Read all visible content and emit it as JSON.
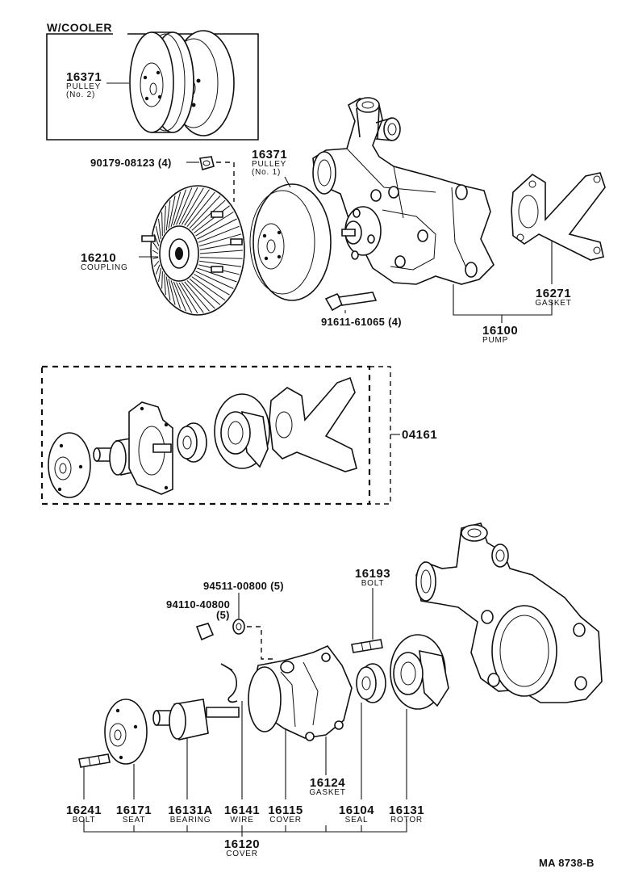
{
  "diagram": {
    "cooler_box": {
      "title": "W/COOLER"
    },
    "parts": [
      {
        "id": "pulley-no2",
        "number": "16371",
        "name": "PULLEY",
        "sub": "(No. 2)"
      },
      {
        "id": "bolt-90179",
        "number": "90179-08123 (4)"
      },
      {
        "id": "pulley-no1",
        "number": "16371",
        "name": "PULLEY",
        "sub": "(No. 1)"
      },
      {
        "id": "coupling",
        "number": "16210",
        "name": "COUPLING"
      },
      {
        "id": "gasket-16271",
        "number": "16271",
        "name": "GASKET"
      },
      {
        "id": "bolt-91611",
        "number": "91611-61065 (4)"
      },
      {
        "id": "pump",
        "number": "16100",
        "name": "PUMP"
      },
      {
        "id": "kit",
        "number": "04161"
      },
      {
        "id": "washer-94511",
        "number": "94511-00800 (5)"
      },
      {
        "id": "nut-94110",
        "number": "94110-40800",
        "sub": "(5)"
      },
      {
        "id": "bolt-16193",
        "number": "16193",
        "name": "BOLT"
      },
      {
        "id": "gasket-16124",
        "number": "16124",
        "name": "GASKET"
      },
      {
        "id": "bolt-16241",
        "number": "16241",
        "name": "BOLT"
      },
      {
        "id": "seat",
        "number": "16171",
        "name": "SEAT"
      },
      {
        "id": "bearing",
        "number": "16131A",
        "name": "BEARING"
      },
      {
        "id": "wire",
        "number": "16141",
        "name": "WIRE"
      },
      {
        "id": "cover-16115",
        "number": "16115",
        "name": "COVER"
      },
      {
        "id": "seal",
        "number": "16104",
        "name": "SEAL"
      },
      {
        "id": "rotor",
        "number": "16131",
        "name": "ROTOR"
      },
      {
        "id": "cover-16120",
        "number": "16120",
        "name": "COVER"
      }
    ],
    "figure_code": "MA  8738-B"
  }
}
